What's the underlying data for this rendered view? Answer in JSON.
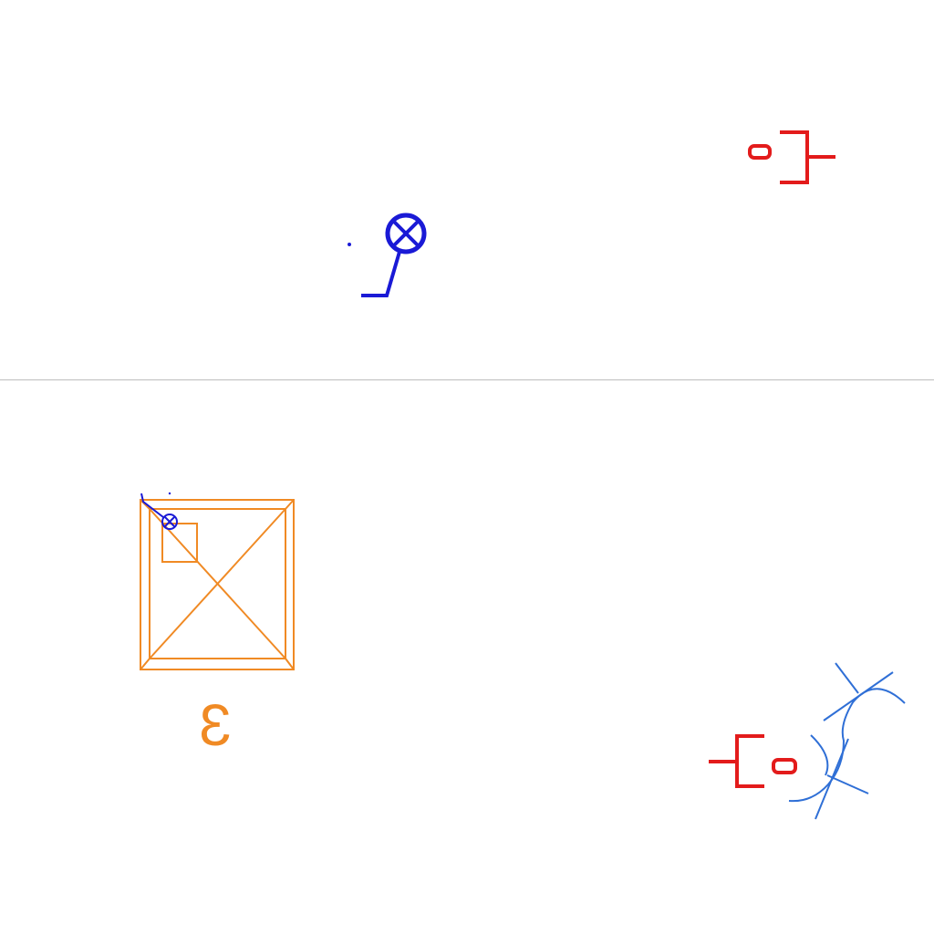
{
  "colors": {
    "background": "#ffffff",
    "divider": "#bdbdbd",
    "fixture_blue": "#1a1ad6",
    "switch_red": "#e31b1b",
    "column_orange": "#f08a24",
    "hatch_blue": "#2f6fd6"
  },
  "symbols": [
    {
      "name": "ceiling-light-fixture",
      "icon": "circle-cross-icon",
      "color": "fixture_blue"
    },
    {
      "name": "wall-switch-upper",
      "icon": "switch-bracket-icon",
      "color": "switch_red"
    },
    {
      "name": "wall-switch-lower",
      "icon": "switch-bracket-icon",
      "color": "switch_red"
    },
    {
      "name": "column-box",
      "icon": "square-x-icon",
      "color": "column_orange"
    },
    {
      "name": "wall-light-fixture",
      "icon": "circle-cross-icon",
      "color": "fixture_blue"
    },
    {
      "name": "arc-hatch",
      "icon": "arc-hatch-icon",
      "color": "hatch_blue"
    }
  ],
  "labels": {
    "column_label": "3"
  }
}
